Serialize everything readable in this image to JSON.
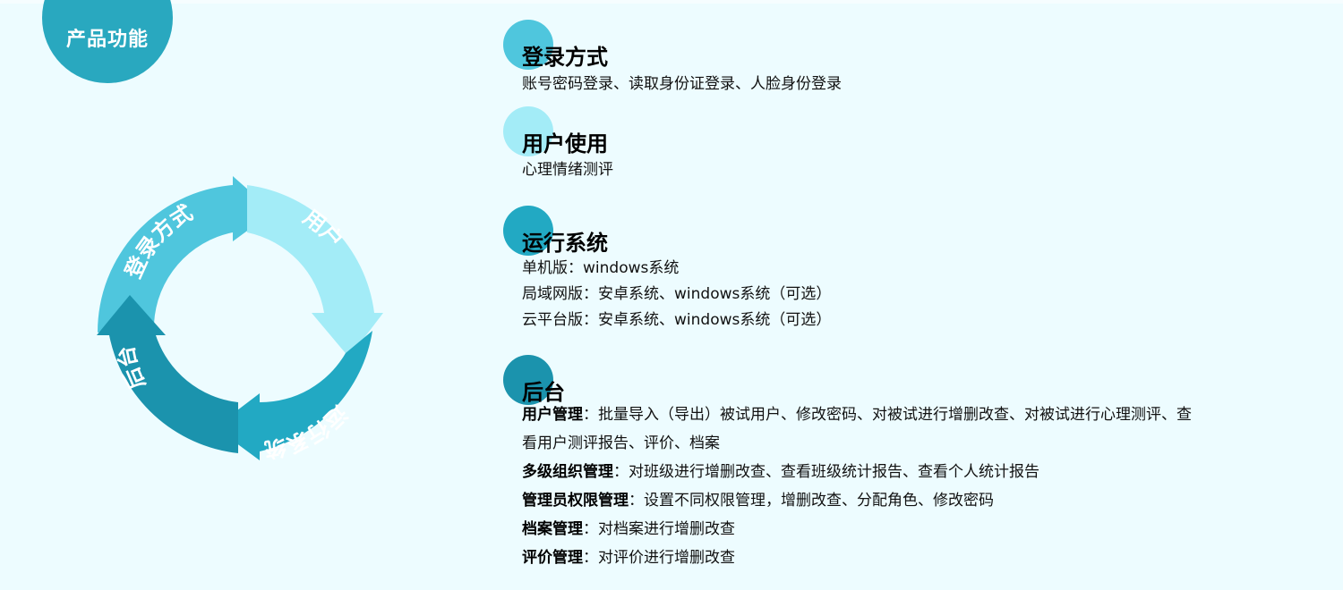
{
  "header": {
    "title": "产品功能",
    "color": "#29a8bf"
  },
  "cycle": {
    "segments": [
      {
        "label": "登录方式",
        "color": "#4fc6dd"
      },
      {
        "label": "用户",
        "color": "#a3ecf7"
      },
      {
        "label": "运行系统",
        "color": "#22a9c3"
      },
      {
        "label": "后台",
        "color": "#1b93ad"
      }
    ]
  },
  "sections": {
    "login": {
      "title": "登录方式",
      "dot_color": "#4fc6dd",
      "lines": [
        "账号密码登录、读取身份证登录、人脸身份登录"
      ]
    },
    "usage": {
      "title": "用户使用",
      "dot_color": "#a3ecf7",
      "lines": [
        "心理情绪测评"
      ]
    },
    "system": {
      "title": "运行系统",
      "dot_color": "#22a9c3",
      "lines": [
        "单机版：windows系统",
        "局域网版：安卓系统、windows系统（可选）",
        "云平台版：安卓系统、windows系统（可选）"
      ]
    },
    "backend": {
      "title": "后台",
      "dot_color": "#1b93ad",
      "items": [
        {
          "label": "用户管理",
          "text": "：批量导入（导出）被试用户、修改密码、对被试进行增删改查、对被试进行心理测评、查",
          "text_cont": "看用户测评报告、评价、档案"
        },
        {
          "label": "多级组织管理",
          "text": "：对班级进行增删改查、查看班级统计报告、查看个人统计报告"
        },
        {
          "label": "管理员权限管理",
          "text": "：设置不同权限管理，增删改查、分配角色、修改密码"
        },
        {
          "label": "档案管理",
          "text": "：对档案进行增删改查"
        },
        {
          "label": "评价管理",
          "text": "：对评价进行增删改查"
        }
      ]
    }
  }
}
